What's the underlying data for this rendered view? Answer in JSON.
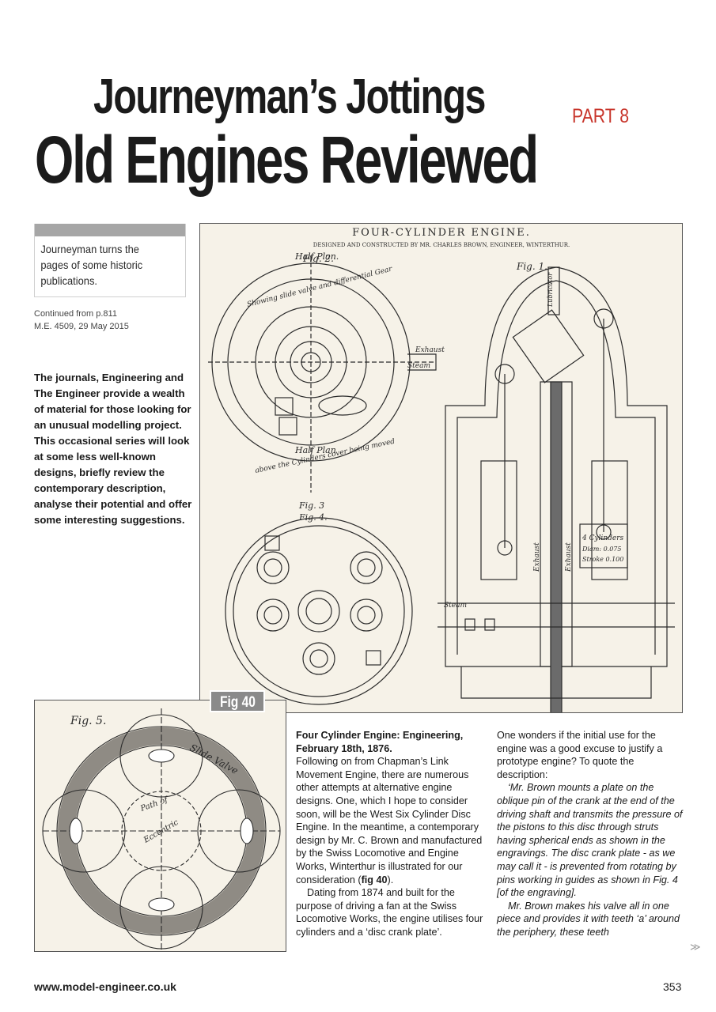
{
  "header": {
    "title": "Journeyman’s Jottings",
    "part": "PART 8",
    "subtitle": "Old Engines Reviewed"
  },
  "standfirst": "Journeyman turns the pages of some historic publications.",
  "continued": [
    "Continued from p.811",
    "M.E. 4509, 29 May 2015"
  ],
  "intro": "The journals, Engineering and The Engineer provide a wealth of material for those looking for an unusual modelling project. This occasional series will look at some less well-known designs, briefly review the contemporary description, analyse their potential and offer some interesting suggestions.",
  "figure": {
    "label": "Fig 40",
    "engraving_title": "FOUR-CYLINDER ENGINE.",
    "engraving_subtitle": "DESIGNED AND CONSTRUCTED BY MR. CHARLES BROWN, ENGINEER, WINTERTHUR.",
    "fig_labels": [
      "Fig. 2.",
      "Fig. 1.",
      "Fig. 3",
      "Fig. 4.",
      "Fig. 5."
    ],
    "annotations": [
      "Half Plan.",
      "Showing slide valve and differential Gear",
      "Half Plan",
      "above the Cylinders cover being moved",
      "Exhaust",
      "Steam",
      "Lubricator",
      "Exhaust",
      "Exhaust",
      "Steam",
      "4 Cylinders",
      "Diam: 0.075",
      "Stroke 0.100",
      "Slide Valve",
      "Path of",
      "Eccentric"
    ]
  },
  "article": {
    "heading": "Four Cylinder Engine: Engineering, February 18th, 1876.",
    "col1_p1": "Following on from Chapman’s Link Movement Engine, there are numerous other attempts at alternative engine designs. One, which I hope to consider soon, will be the West Six Cylinder Disc Engine. In the meantime, a contemporary design by Mr. C. Brown and manufactured by the Swiss Locomotive and Engine Works, Winterthur is illustrated for our consideration (",
    "col1_fig": "fig 40",
    "col1_p1_end": ").",
    "col1_p2": "Dating from 1874 and built for the purpose of driving a fan at the Swiss Locomotive Works, the engine utilises four cylinders and a ‘disc crank plate’.",
    "col2_p1": "One wonders if the initial use for the engine was a good excuse to justify a prototype engine? To quote the description:",
    "col2_q1": "‘Mr. Brown mounts a plate on the oblique pin of the crank at the end of the driving shaft and transmits the pressure of the pistons to this disc through struts having spherical ends as shown in the engravings. The disc crank plate - as we may call it - is prevented from rotating by pins working in guides as shown in Fig. 4 [of the engraving].",
    "col2_q2": "Mr. Brown makes his valve all in one piece and provides it with teeth ‘a’ around the periphery, these teeth"
  },
  "continue_marker": "≫",
  "footer": {
    "url": "www.model-engineer.co.uk",
    "page": "353"
  },
  "colors": {
    "accent": "#c8352b",
    "engraving_bg": "#f6f2e8",
    "label_bg": "#8a8a8a"
  }
}
